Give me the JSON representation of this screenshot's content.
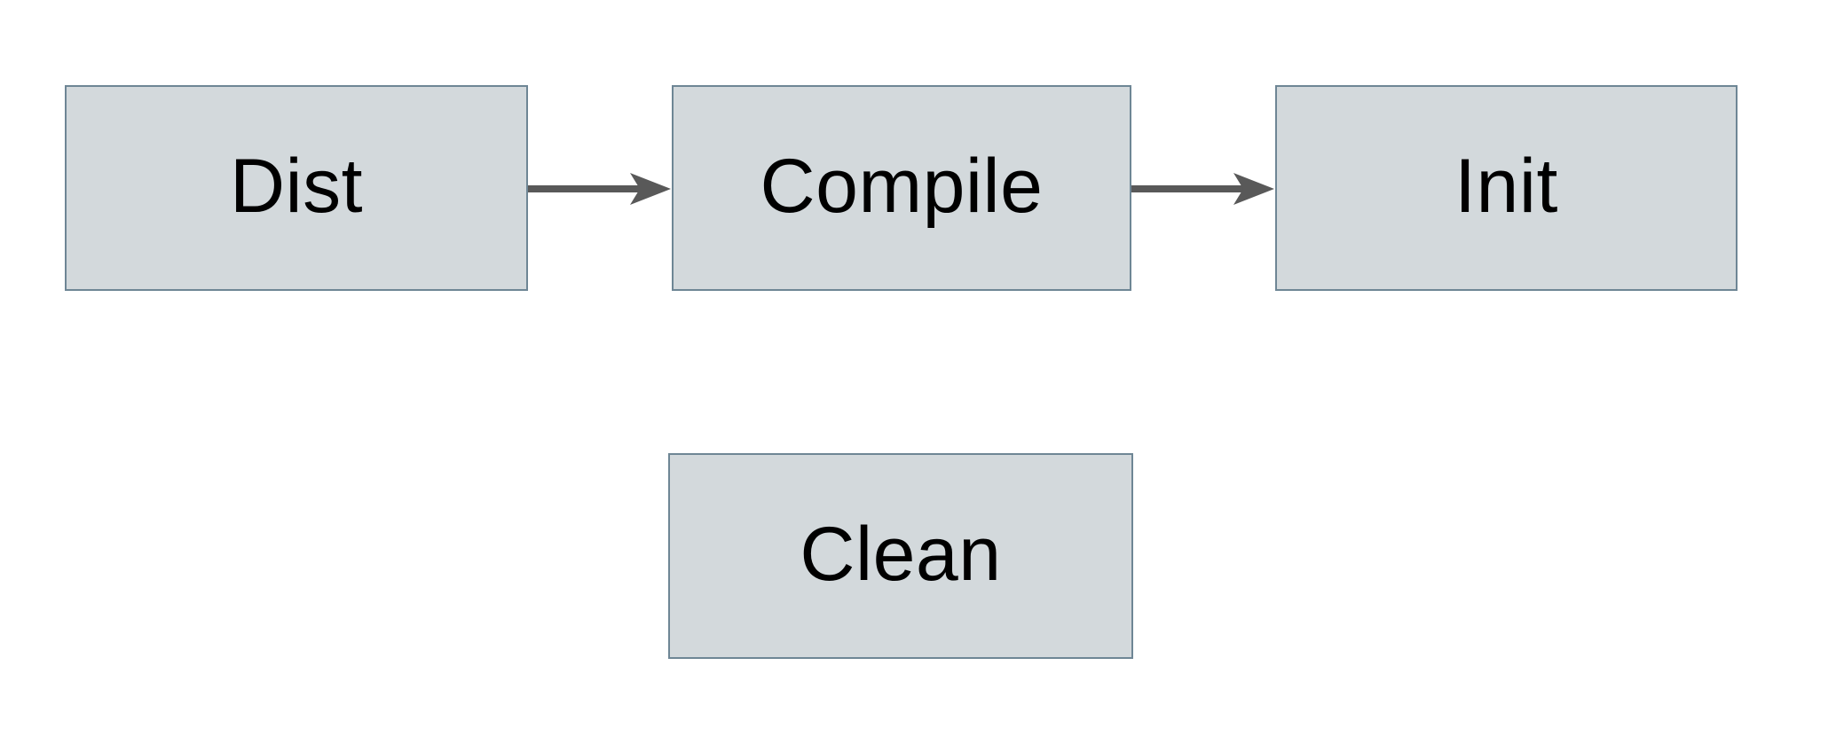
{
  "diagram": {
    "type": "flowchart",
    "background_color": "#ffffff",
    "colors": {
      "node-fill": "#d3d9dc",
      "node-border": "#6e8695",
      "arrow": "#595959",
      "label": "#000000"
    },
    "nodes": [
      {
        "id": "dist",
        "label": "Dist"
      },
      {
        "id": "compile",
        "label": "Compile"
      },
      {
        "id": "init",
        "label": "Init"
      },
      {
        "id": "clean",
        "label": "Clean"
      }
    ],
    "edges": [
      {
        "from": "Dist",
        "to": "Compile",
        "style": "solid-arrow-right"
      },
      {
        "from": "Compile",
        "to": "Init",
        "style": "solid-arrow-right"
      }
    ]
  }
}
